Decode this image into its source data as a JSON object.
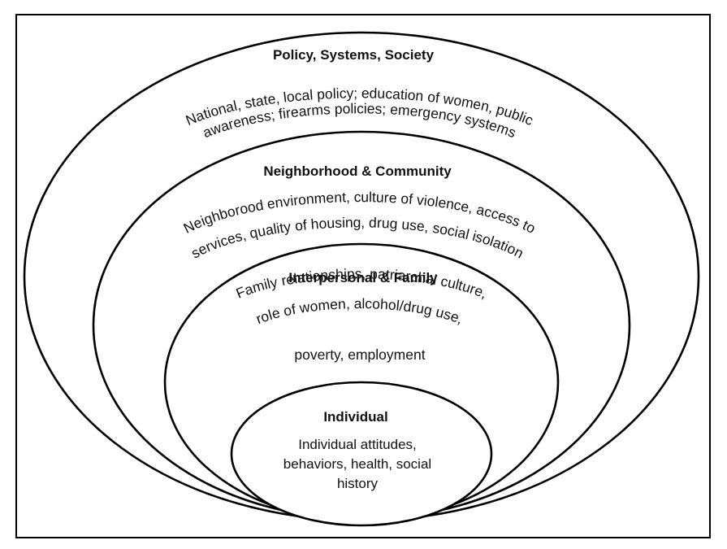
{
  "diagram": {
    "levels": [
      {
        "title": "Policy, Systems, Society",
        "lines": [
          "National, state, local policy; education of women, public",
          "awareness; firearms policies; emergency systems"
        ]
      },
      {
        "title": "Neighborhood & Community",
        "lines": [
          "Neighborood environment, culture of violence, access to",
          "services, quality of housing, drug use, social isolation"
        ]
      },
      {
        "title": "Interpersonal & Family",
        "lines": [
          "Family relationships, patriarchal culture,",
          "role of women, alcohol/drug use,",
          "poverty, employment"
        ]
      },
      {
        "title": "Individual",
        "lines": [
          "Individual attitudes,",
          "behaviors, health, social",
          "history"
        ]
      }
    ]
  }
}
